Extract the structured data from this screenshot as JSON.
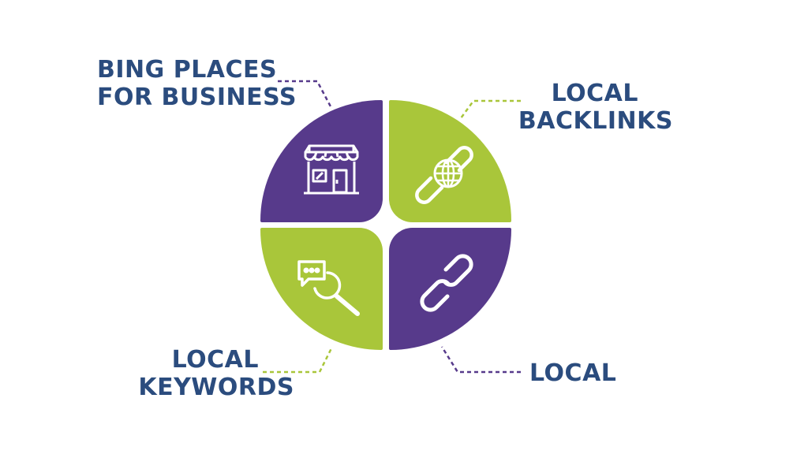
{
  "colors": {
    "purple": "#573a8b",
    "green": "#a9c63a",
    "text": "#2b4c7e"
  },
  "items": [
    {
      "line1": "BING PLACES",
      "line2": "FOR BUSINESS",
      "icon": "storefront-icon"
    },
    {
      "line1": "LOCAL",
      "line2": "BACKLINKS",
      "icon": "link-globe-icon"
    },
    {
      "line1": "LOCAL",
      "line2": "KEYWORDS",
      "icon": "chat-search-icon"
    },
    {
      "line1": "LOCAL",
      "icon": "chain-link-icon"
    }
  ]
}
